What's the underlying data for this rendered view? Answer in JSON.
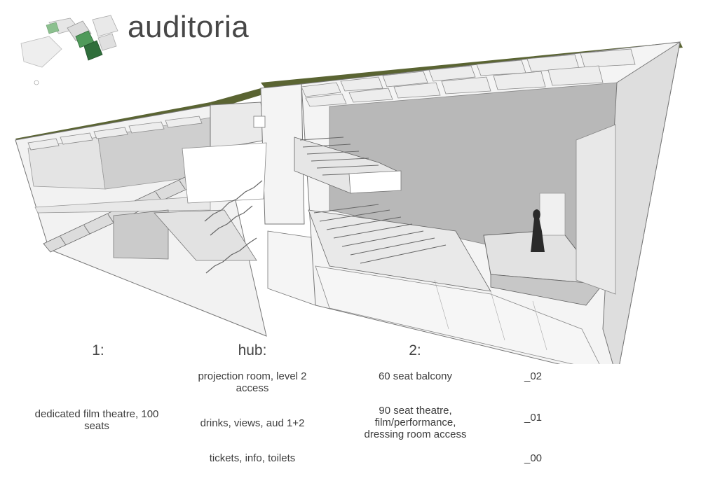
{
  "title": "auditoria",
  "columns": {
    "col1": "1:",
    "hub": "hub:",
    "col2": "2:"
  },
  "rows": [
    {
      "level": "_02",
      "col1": "",
      "hub": "projection room, level 2 access",
      "col2": "60 seat balcony"
    },
    {
      "level": "_01",
      "col1": "dedicated film theatre, 100 seats",
      "hub": "drinks, views, aud 1+2",
      "col2": "90 seat theatre, film/performance, dressing room access"
    },
    {
      "level": "_00",
      "col1": "",
      "hub": "tickets, info, toilets",
      "col2": ""
    }
  ],
  "colors": {
    "roof_green": "#5a6432",
    "wall_grey": "#b4b4b4",
    "key_plan_green": "#4f9a5a"
  }
}
